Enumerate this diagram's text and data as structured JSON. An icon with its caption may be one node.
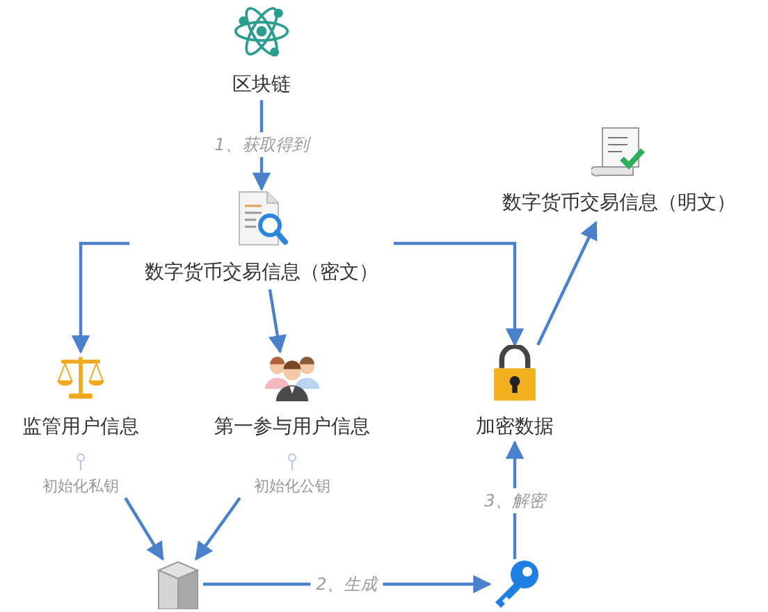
{
  "diagram": {
    "nodes": [
      {
        "text": [
          "区块链"
        ]
      },
      {
        "text": [
          "数字货币交易信息（密文）"
        ]
      },
      {
        "text": [
          "监管用户信息"
        ],
        "beside": [
          "初始化私钥"
        ]
      },
      {
        "text": [
          "第一参与用户信息"
        ],
        "beside": [
          "初始化公钥"
        ]
      },
      {
        "text": [
          "加密数据"
        ]
      },
      {
        "text": [
          "数字货币交易信息（明文）"
        ]
      },
      {
        "text": [],
        "shape": "cube"
      },
      {
        "text": [],
        "shape": "key"
      }
    ],
    "edges": [
      {
        "from": 0,
        "to": 1,
        "arrow": "to",
        "label": "1、获取得到"
      },
      {
        "from": 1,
        "to": 2,
        "arrow": "to"
      },
      {
        "from": 1,
        "to": 3,
        "arrow": "to"
      },
      {
        "from": 1,
        "to": 4,
        "arrow": "to"
      },
      {
        "from": 4,
        "to": 5,
        "arrow": "to"
      },
      {
        "from": 2,
        "to": 6,
        "arrow": "to"
      },
      {
        "from": 3,
        "to": 6,
        "arrow": "to"
      },
      {
        "from": 6,
        "to": 7,
        "arrow": "to",
        "label": "2、生成"
      },
      {
        "from": 7,
        "to": 4,
        "arrow": "to",
        "label": "3、解密"
      }
    ]
  }
}
